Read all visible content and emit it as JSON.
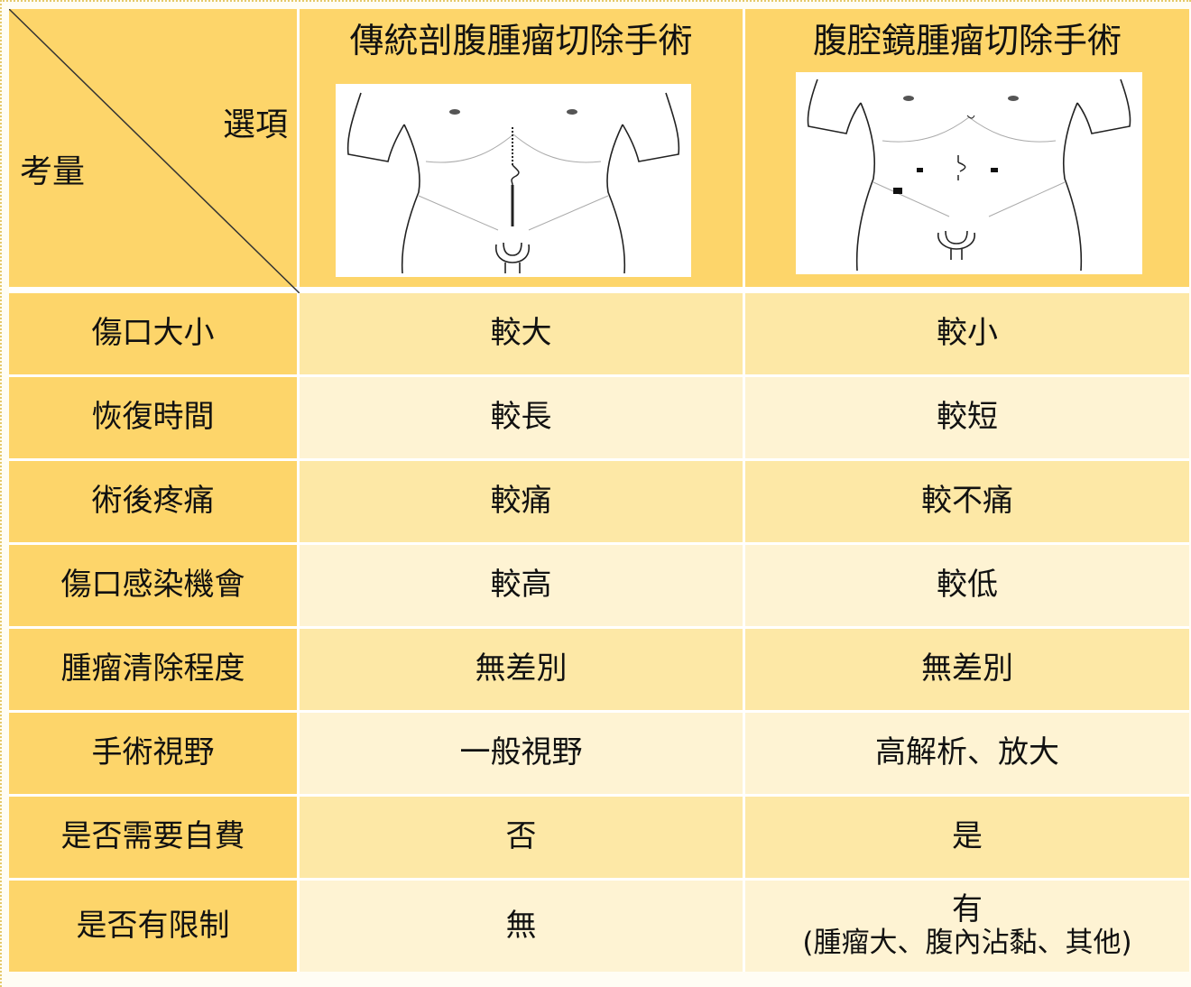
{
  "header": {
    "options_label": "選項",
    "consideration_label": "考量",
    "col1_title": "傳統剖腹腫瘤切除手術",
    "col2_title": "腹腔鏡腫瘤切除手術"
  },
  "rows": [
    {
      "label": "傷口大小",
      "col1": "較大",
      "col2": "較小"
    },
    {
      "label": "恢復時間",
      "col1": "較長",
      "col2": "較短"
    },
    {
      "label": "術後疼痛",
      "col1": "較痛",
      "col2": "較不痛"
    },
    {
      "label": "傷口感染機會",
      "col1": "較高",
      "col2": "較低"
    },
    {
      "label": "腫瘤清除程度",
      "col1": "無差別",
      "col2": "無差別"
    },
    {
      "label": "手術視野",
      "col1": "一般視野",
      "col2": "高解析、放大"
    },
    {
      "label": "是否需要自費",
      "col1": "否",
      "col2": "是"
    },
    {
      "label": "是否有限制",
      "col1": "無",
      "col2": "有",
      "col2_note": "(腫瘤大、腹內沾黏、其他)"
    }
  ],
  "colors": {
    "label_bg": "#fdd56a",
    "row_odd_bg": "#fde8a6",
    "row_even_bg": "#fef3d3"
  }
}
